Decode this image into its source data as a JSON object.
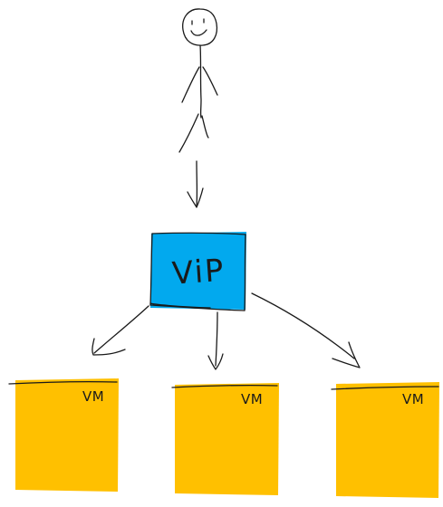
{
  "diagram": {
    "nodes": {
      "vip": {
        "label": "ViP",
        "fill": "#02a9ee"
      },
      "vm_1": {
        "label": "VM",
        "fill": "#ffc000"
      },
      "vm_2": {
        "label": "VM",
        "fill": "#ffc000"
      },
      "vm_3": {
        "label": "VM",
        "fill": "#ffc000"
      }
    },
    "edges": [
      {
        "from": "user",
        "to": "vip"
      },
      {
        "from": "vip",
        "to": "vm_1"
      },
      {
        "from": "vip",
        "to": "vm_2"
      },
      {
        "from": "vip",
        "to": "vm_3"
      }
    ],
    "icons": {
      "user": "stick-figure-icon"
    }
  }
}
